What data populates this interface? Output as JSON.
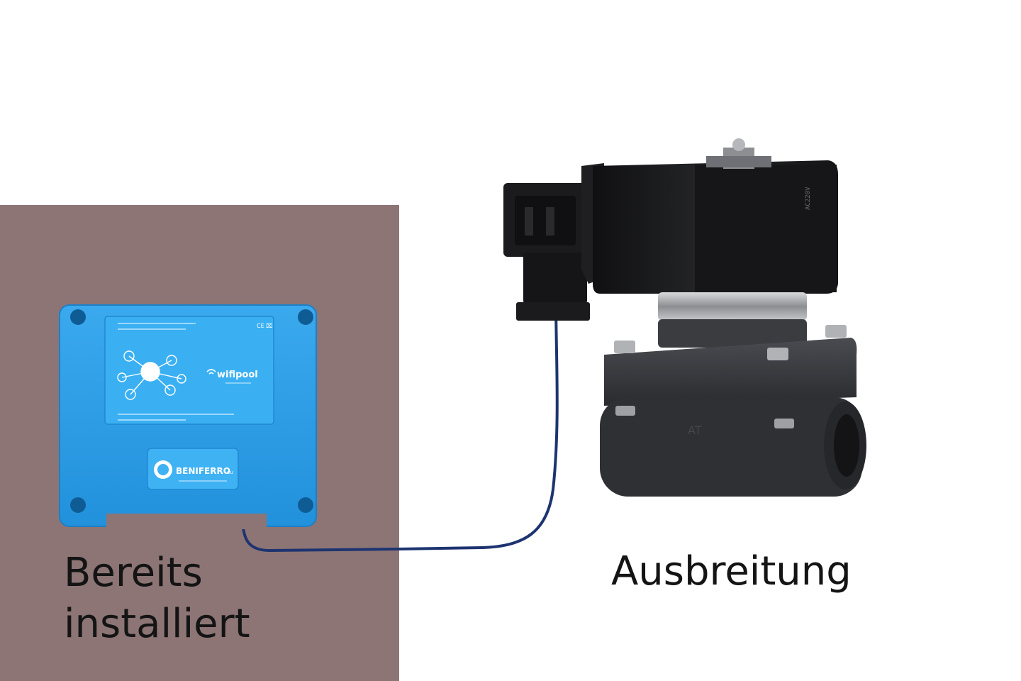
{
  "labels": {
    "installed_line1": "Bereits",
    "installed_line2": "installiert",
    "expansion": "Ausbreitung"
  },
  "controller": {
    "brand_top": "wifipool",
    "brand_bottom": "BENIFERRO",
    "brand_bottom_suffix": ".eu",
    "color": "#2f9fe6"
  },
  "colors": {
    "panel": "#8d7575",
    "cable": "#1d3470",
    "valve_body": "#333438",
    "coil": "#1a1a1c"
  },
  "icons": [
    "controller-device",
    "solenoid-valve",
    "cable"
  ]
}
